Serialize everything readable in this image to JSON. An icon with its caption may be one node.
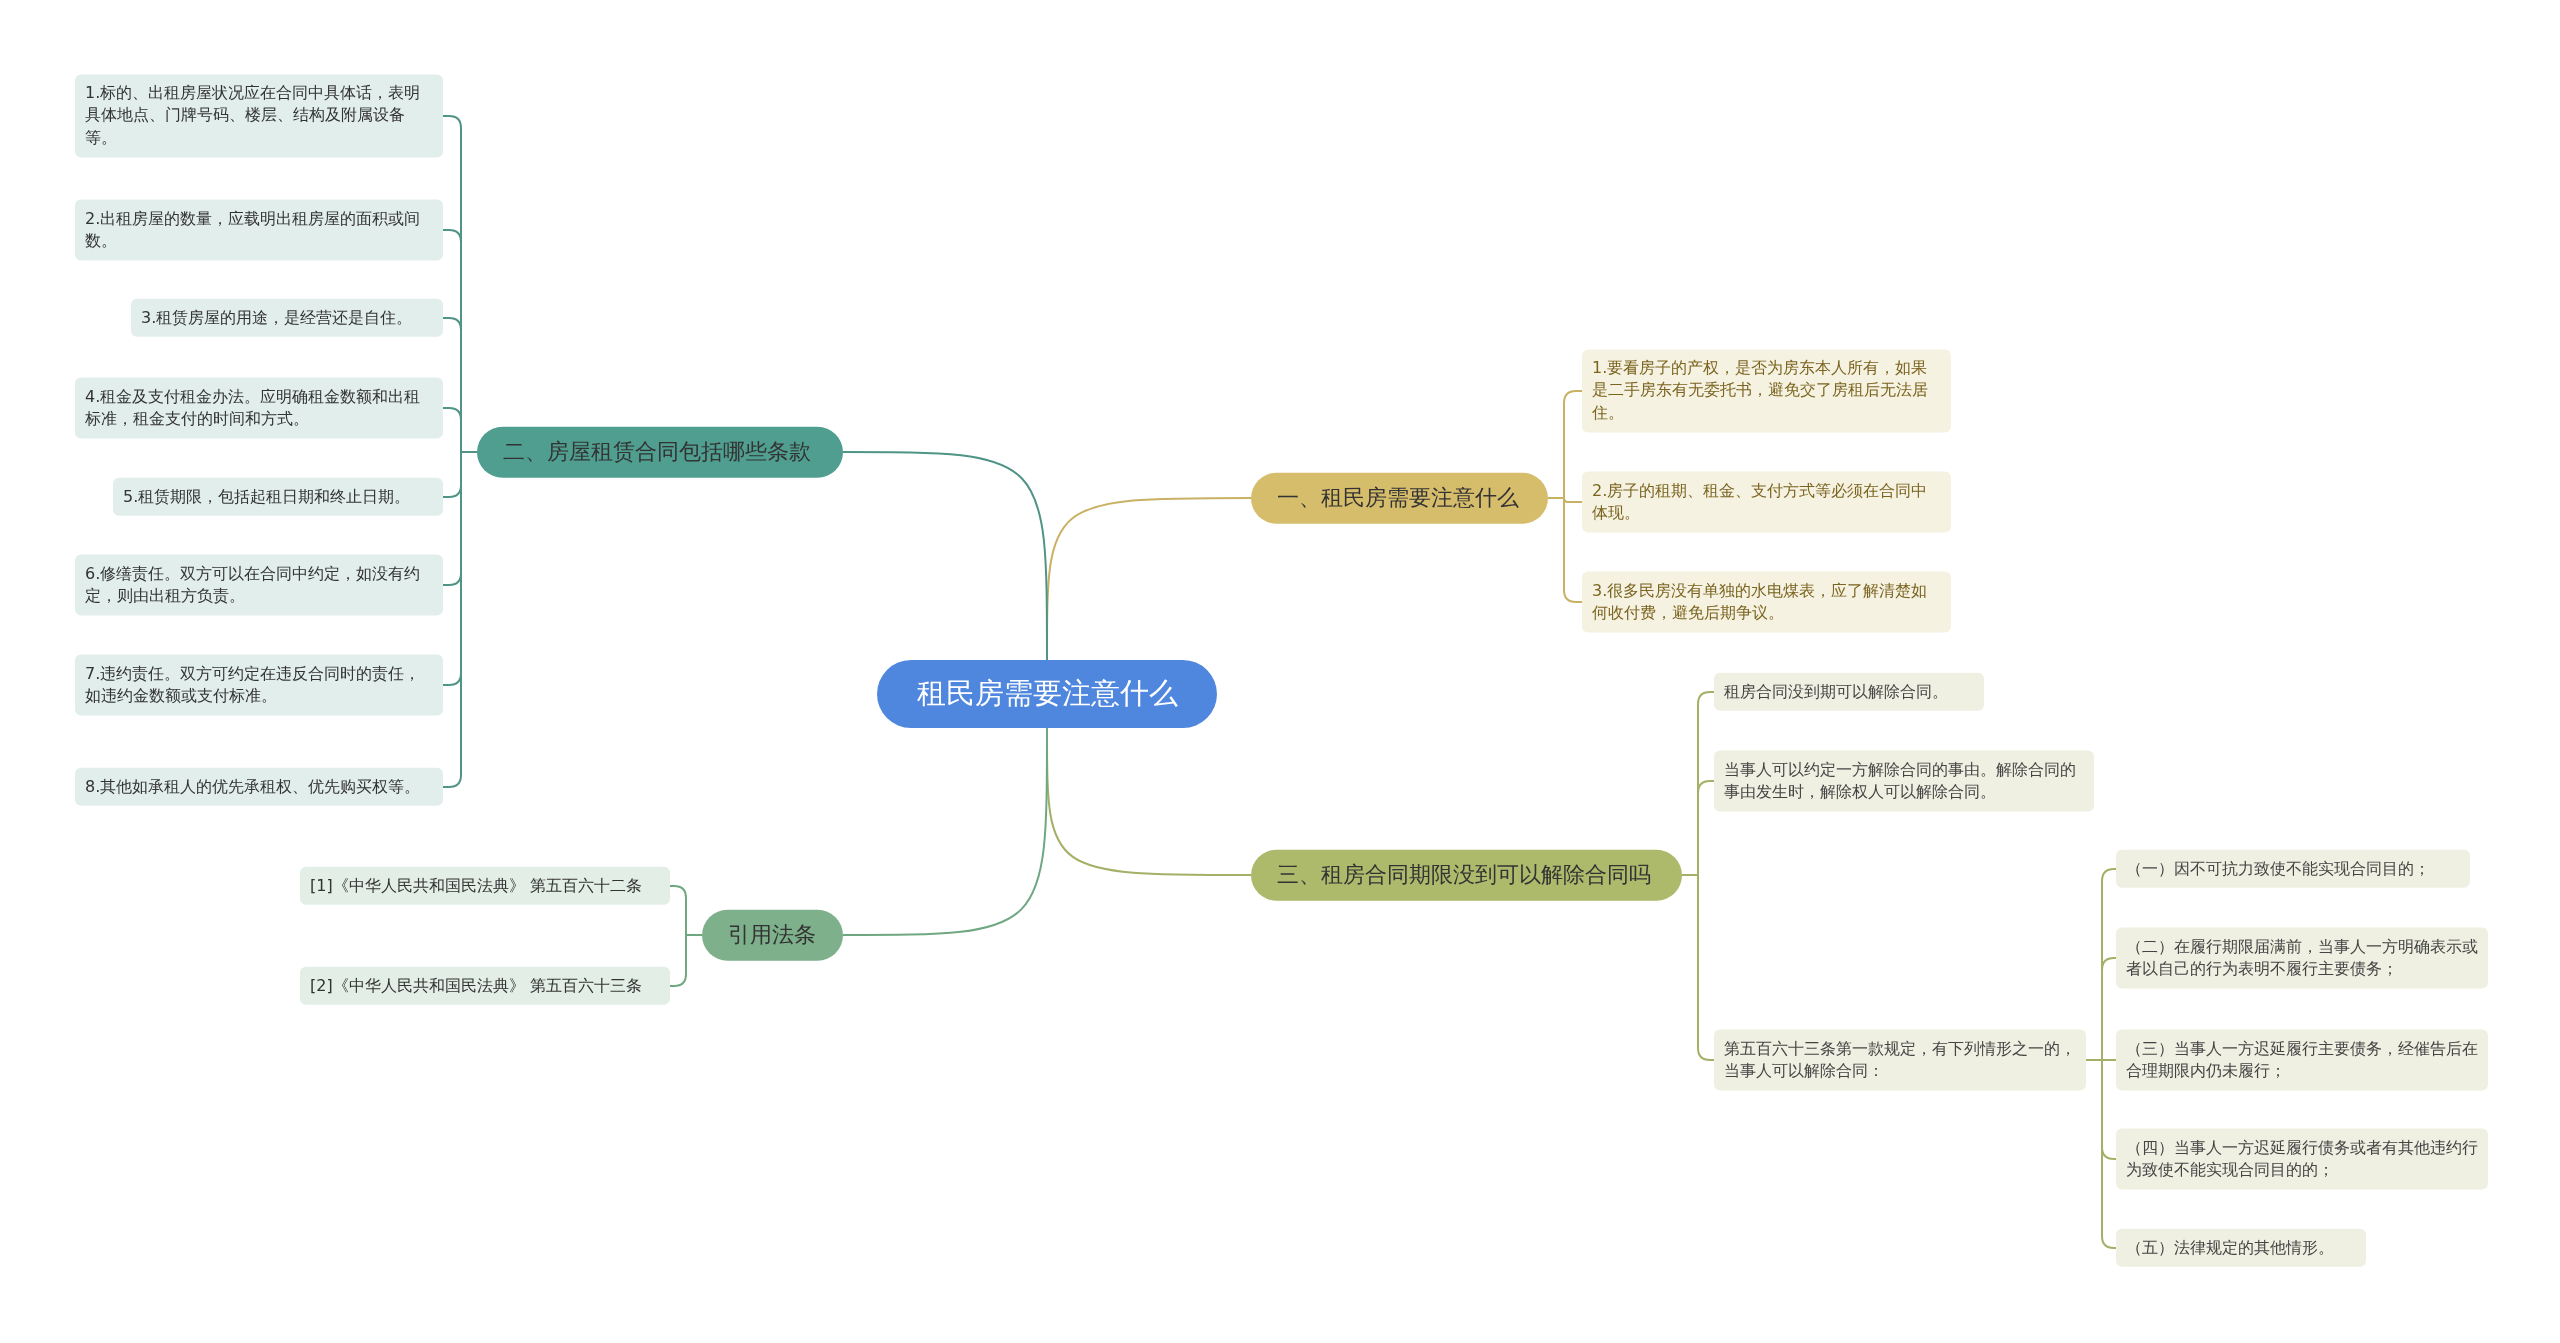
{
  "diagram": {
    "nodes": [
      {
        "text": [
          "租民房需要注意什么"
        ]
      },
      {
        "text": [
          "一、租民房需要注意什么"
        ]
      },
      {
        "text": [
          "1.要看房子的产权，是否为房东本人所有，如果是二手房东有无委托书，避免交了房租后无法居住。"
        ]
      },
      {
        "text": [
          "2.房子的租期、租金、支付方式等必须在合同中体现。"
        ]
      },
      {
        "text": [
          "3.很多民房没有单独的水电煤表，应了解清楚如何收付费，避免后期争议。"
        ]
      },
      {
        "text": [
          "三、租房合同期限没到可以解除合同吗"
        ]
      },
      {
        "text": [
          "租房合同没到期可以解除合同。"
        ]
      },
      {
        "text": [
          "当事人可以约定一方解除合同的事由。解除合同的事由发生时，解除权人可以解除合同。"
        ]
      },
      {
        "text": [
          "第五百六十三条第一款规定，有下列情形之一的，当事人可以解除合同："
        ]
      },
      {
        "text": [
          "（一）因不可抗力致使不能实现合同目的；"
        ]
      },
      {
        "text": [
          "（二）在履行期限届满前，当事人一方明确表示或者以自己的行为表明不履行主要债务；"
        ]
      },
      {
        "text": [
          "（三）当事人一方迟延履行主要债务，经催告后在合理期限内仍未履行；"
        ]
      },
      {
        "text": [
          "（四）当事人一方迟延履行债务或者有其他违约行为致使不能实现合同目的的；"
        ]
      },
      {
        "text": [
          "（五）法律规定的其他情形。"
        ]
      },
      {
        "text": [
          "二、房屋租赁合同包括哪些条款"
        ]
      },
      {
        "text": [
          "1.标的、出租房屋状况应在合同中具体话，表明具体地点、门牌号码、楼层、结构及附属设备等。"
        ]
      },
      {
        "text": [
          "2.出租房屋的数量，应载明出租房屋的面积或间数。"
        ]
      },
      {
        "text": [
          "3.租赁房屋的用途，是经营还是自住。"
        ]
      },
      {
        "text": [
          "4.租金及支付租金办法。应明确租金数额和出租标准，租金支付的时间和方式。"
        ]
      },
      {
        "text": [
          "5.租赁期限，包括起租日期和终止日期。"
        ]
      },
      {
        "text": [
          "6.修缮责任。双方可以在合同中约定，如没有约定，则由出租方负责。"
        ]
      },
      {
        "text": [
          "7.违约责任。双方可约定在违反合同时的责任，如违约金数额或支付标准。"
        ]
      },
      {
        "text": [
          "8.其他如承租人的优先承租权、优先购买权等。"
        ]
      },
      {
        "text": [
          "引用法条"
        ]
      },
      {
        "text": [
          "[1]《中华人民共和国民法典》 第五百六十二条"
        ]
      },
      {
        "text": [
          "[2]《中华人民共和国民法典》 第五百六十三条"
        ]
      }
    ],
    "edges": [
      {
        "from": 0,
        "to": 1,
        "arrow": "none",
        "color": "#c9b164"
      },
      {
        "from": 1,
        "to": 2,
        "arrow": "none",
        "color": "#c9b164"
      },
      {
        "from": 1,
        "to": 3,
        "arrow": "none",
        "color": "#c9b164"
      },
      {
        "from": 1,
        "to": 4,
        "arrow": "none",
        "color": "#c9b164"
      },
      {
        "from": 0,
        "to": 5,
        "arrow": "none",
        "color": "#a3b066"
      },
      {
        "from": 5,
        "to": 6,
        "arrow": "none",
        "color": "#a3b066"
      },
      {
        "from": 5,
        "to": 7,
        "arrow": "none",
        "color": "#a3b066"
      },
      {
        "from": 5,
        "to": 8,
        "arrow": "none",
        "color": "#a3b066"
      },
      {
        "from": 8,
        "to": 9,
        "arrow": "none",
        "color": "#a3b066"
      },
      {
        "from": 8,
        "to": 10,
        "arrow": "none",
        "color": "#a3b066"
      },
      {
        "from": 8,
        "to": 11,
        "arrow": "none",
        "color": "#a3b066"
      },
      {
        "from": 8,
        "to": 12,
        "arrow": "none",
        "color": "#a3b066"
      },
      {
        "from": 8,
        "to": 13,
        "arrow": "none",
        "color": "#a3b066"
      },
      {
        "from": 0,
        "to": 14,
        "arrow": "none"
      },
      {
        "from": 14,
        "to": 15,
        "arrow": "none"
      },
      {
        "from": 14,
        "to": 16,
        "arrow": "none"
      },
      {
        "from": 14,
        "to": 17,
        "arrow": "none"
      },
      {
        "from": 14,
        "to": 18,
        "arrow": "none"
      },
      {
        "from": 14,
        "to": 19,
        "arrow": "none"
      },
      {
        "from": 14,
        "to": 20,
        "arrow": "none"
      },
      {
        "from": 14,
        "to": 21,
        "arrow": "none"
      },
      {
        "from": 14,
        "to": 22,
        "arrow": "none"
      },
      {
        "from": 0,
        "to": 23,
        "arrow": "none",
        "color": "#6fa780"
      },
      {
        "from": 23,
        "to": 24,
        "arrow": "none",
        "color": "#6fa780"
      },
      {
        "from": 23,
        "to": 25,
        "arrow": "none",
        "color": "#6fa780"
      }
    ]
  }
}
